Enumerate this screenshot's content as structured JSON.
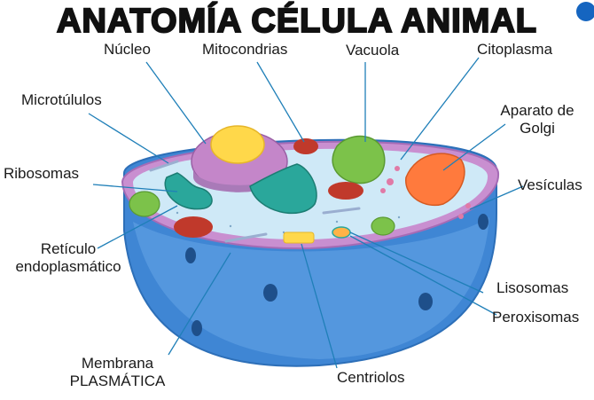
{
  "title": "ANATOMÍA CÉLULA ANIMAL",
  "labels": {
    "nucleo": "Núcleo",
    "mitocondrias": "Mitocondrias",
    "vacuola": "Vacuola",
    "citoplasma": "Citoplasma",
    "microtubulos": "Microtúlulos",
    "aparato_golgi_1": "Aparato de",
    "aparato_golgi_2": "Golgi",
    "ribosomas": "Ribosomas",
    "vesiculas": "Vesículas",
    "reticulo_1": "Retículo",
    "reticulo_2": "endoplasmático",
    "lisosomas": "Lisosomas",
    "peroxisomas": "Peroxisomas",
    "membrana_1": "Membrana",
    "membrana_2": "PLASMÁTICA",
    "centriolos": "Centriolos"
  },
  "colors": {
    "title_fill": "#111111",
    "membrane": "#4a8fd8",
    "cytoplasm": "#cfe9f7",
    "nucleus": "#c486c9",
    "nucleolus": "#ffd84a",
    "golgi": "#ff7a3d",
    "vacuole": "#7cc24a",
    "mitochondria": "#c0392b",
    "er": "#2aa79b",
    "leader": "#1f7fb8"
  }
}
